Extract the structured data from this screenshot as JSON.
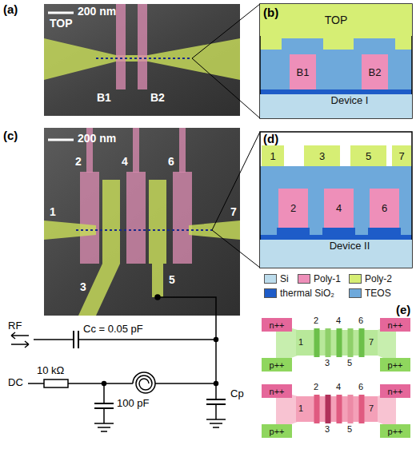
{
  "diagram": {
    "nodes": [
      {
        "text": [
          "Device I"
        ]
      },
      {
        "text": [
          "TOP"
        ]
      },
      {
        "text": [
          "B1"
        ]
      },
      {
        "text": [
          "B2"
        ]
      },
      {
        "text": [
          "Device II"
        ]
      },
      {
        "text": [
          "1"
        ]
      },
      {
        "text": [
          "3"
        ]
      },
      {
        "text": [
          "5"
        ]
      },
      {
        "text": [
          "7"
        ]
      },
      {
        "text": [
          "2"
        ]
      },
      {
        "text": [
          "4"
        ]
      },
      {
        "text": [
          "6"
        ]
      },
      {
        "text": [
          "n++"
        ]
      },
      {
        "text": [
          "n++"
        ]
      },
      {
        "text": [
          "p++"
        ]
      },
      {
        "text": [
          "p++"
        ]
      },
      {
        "text": [
          "n++"
        ]
      },
      {
        "text": [
          "n++"
        ]
      },
      {
        "text": [
          "p++"
        ]
      },
      {
        "text": [
          "p++"
        ]
      }
    ],
    "labels": [
      "(a)",
      "200 nm",
      "TOP",
      "B1",
      "B2",
      "(b)",
      "(c)",
      "200 nm",
      "2",
      "4",
      "6",
      "1",
      "7",
      "3",
      "5",
      "(d)",
      "RF",
      "Cc = 0.05 pF",
      "DC",
      "10 kΩ",
      "100 pF",
      "Cp",
      "(e)",
      "2",
      "4",
      "6",
      "1",
      "7",
      "3",
      "5",
      "2",
      "4",
      "6",
      "1",
      "7",
      "3",
      "5"
    ],
    "legend": [
      {
        "text": "Si",
        "color": "#bcdcec"
      },
      {
        "text": "Poly-1",
        "color": "#ee8fb9"
      },
      {
        "text": "Poly-2",
        "color": "#d6ee74"
      },
      {
        "text": "thermal SiO₂",
        "color": "#1e5cc8"
      },
      {
        "text": "TEOS",
        "color": "#6ea9db"
      }
    ]
  }
}
